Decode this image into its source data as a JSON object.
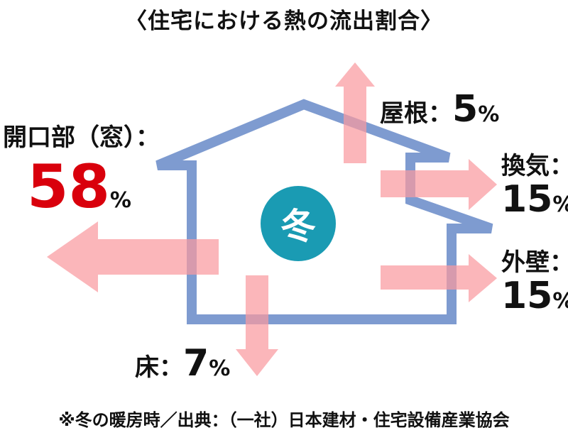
{
  "title": "〈住宅における熱の流出割合〉",
  "season": "冬",
  "labels": {
    "opening": {
      "name": "開口部（窓）：",
      "value": "58",
      "unit": "%"
    },
    "roof": {
      "name": "屋根：",
      "value": "5",
      "unit": "%"
    },
    "ventilation": {
      "name": "換気：",
      "value": "15",
      "unit": "%"
    },
    "wall": {
      "name": "外壁：",
      "value": "15",
      "unit": "%"
    },
    "floor": {
      "name": "床：",
      "value": "7",
      "unit": "%"
    }
  },
  "footnote": "※冬の暖房時／出典：（一社）日本建材・住宅設備産業協会",
  "colors": {
    "arrow": "#fa9aa0",
    "house_outline": "#7e9bd0",
    "season_circle": "#1a9bb3",
    "highlight_text": "#d9000c"
  }
}
